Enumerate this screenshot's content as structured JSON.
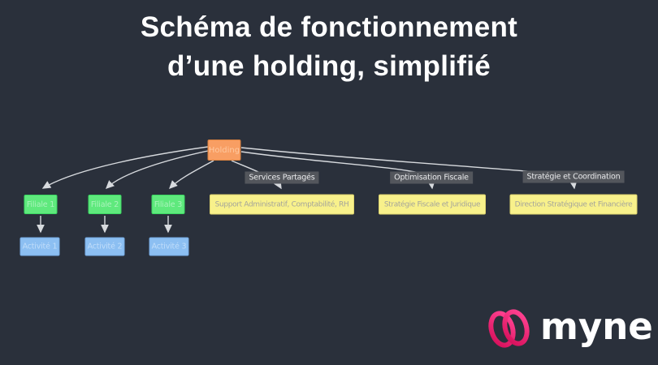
{
  "title": {
    "line1": "Schéma de fonctionnement",
    "line2": "d’une holding, simplifié"
  },
  "diagram": {
    "holding": {
      "label": "Holding"
    },
    "subsidiaries": [
      {
        "label": "Filiale 1"
      },
      {
        "label": "Filiale 2"
      },
      {
        "label": "Filiale 3"
      }
    ],
    "activities": [
      {
        "label": "Activité 1"
      },
      {
        "label": "Activité 2"
      },
      {
        "label": "Activité 3"
      }
    ],
    "functions": [
      {
        "edge_label": "Services Partagés",
        "label": "Support Administratif, Comptabilité, RH"
      },
      {
        "edge_label": "Optimisation Fiscale",
        "label": "Stratégie Fiscale et Juridique"
      },
      {
        "edge_label": "Stratégie et Coordination",
        "label": "Direction Stratégique et Financière"
      }
    ],
    "colors": {
      "background": "#2a303b",
      "holding_fill": "#f89e63",
      "subsidiary_fill": "#5fe97d",
      "activity_fill": "#8cbff2",
      "function_fill": "#f8f18b",
      "edge_label_bg": "#53565c",
      "arrow": "#d7dade"
    }
  },
  "logo": {
    "brand": "myne",
    "icon": "myne-rings-icon",
    "accent_start": "#e40e5f",
    "accent_end": "#ff4190"
  }
}
